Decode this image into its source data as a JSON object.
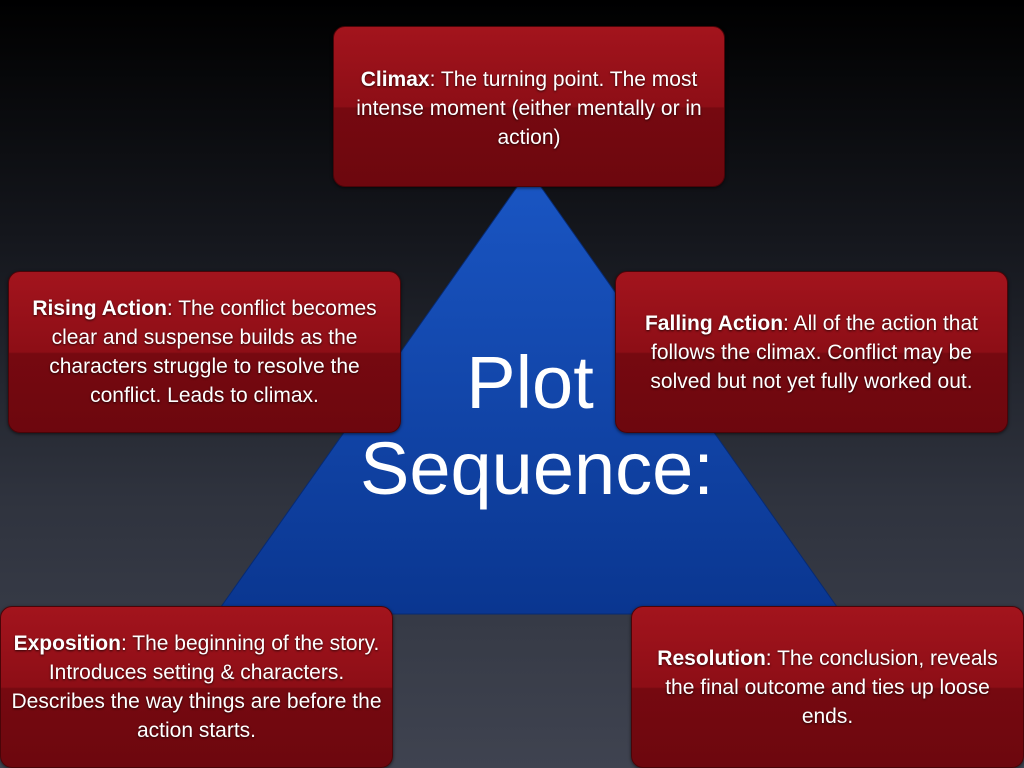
{
  "title": "Plot Sequence:",
  "colors": {
    "triangle": "#0b3f9e",
    "triangle_highlight": "#1a56c4",
    "box": "#8d0e16",
    "text": "#ffffff"
  },
  "stages": {
    "climax": {
      "term": "Climax",
      "description": ": The turning point. The most intense moment (either mentally or in action)"
    },
    "rising_action": {
      "term": "Rising Action",
      "description": ": The conflict becomes clear and suspense builds as the characters struggle to resolve the conflict. Leads to climax."
    },
    "falling_action": {
      "term": "Falling Action",
      "description": ": All of the action that follows the climax. Conflict may be solved but not yet fully worked out."
    },
    "exposition": {
      "term": "Exposition",
      "description": ": The beginning of the story. Introduces setting & characters. Describes the way things are before the action starts."
    },
    "resolution": {
      "term": "Resolution",
      "description": ": The conclusion, reveals the final outcome and ties up loose ends."
    }
  }
}
